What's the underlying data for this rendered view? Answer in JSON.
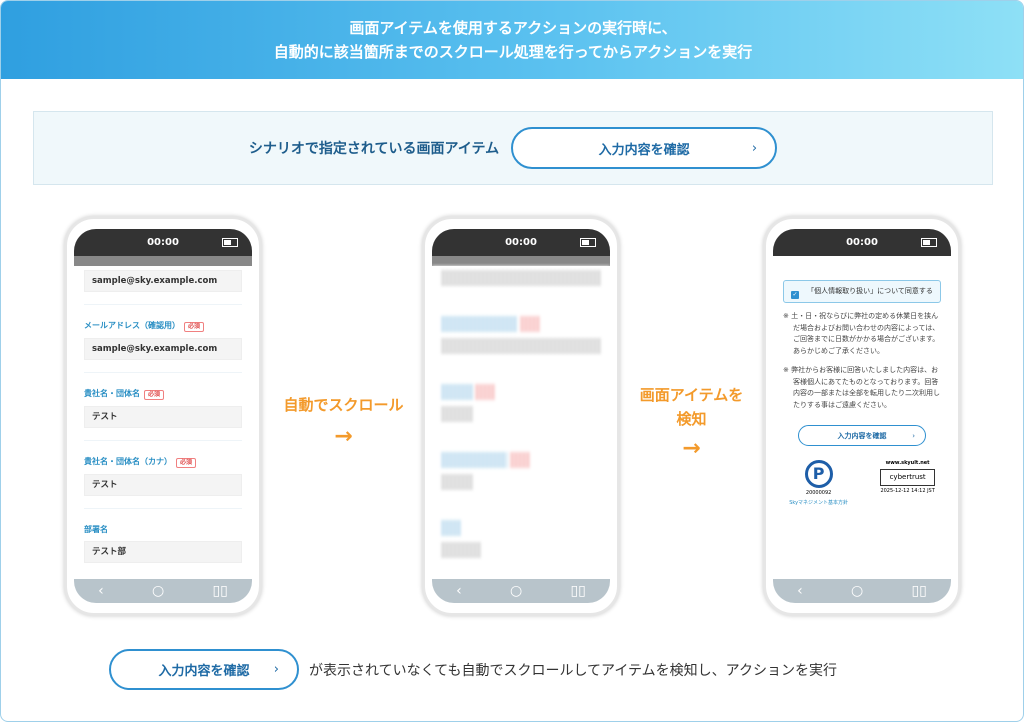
{
  "header": {
    "line1": "画面アイテムを使用するアクションの実行時に、",
    "line2": "自動的に該当箇所までのスクロール処理を行ってからアクションを実行"
  },
  "scenario": {
    "label": "シナリオで指定されている画面アイテム",
    "button": "入力内容を確認",
    "chevron": "›"
  },
  "phone": {
    "time": "00:00"
  },
  "phone1": {
    "fields": [
      {
        "label": "",
        "value": "sample@sky.example.com"
      },
      {
        "label": "メールアドレス（確認用）",
        "required": "必須",
        "value": "sample@sky.example.com"
      },
      {
        "label": "貴社名・団体名",
        "required": "必須",
        "value": "テスト"
      },
      {
        "label": "貴社名・団体名（カナ）",
        "required": "必須",
        "value": "テスト"
      },
      {
        "label": "部署名",
        "value": "テスト部"
      }
    ]
  },
  "step1": {
    "label": "自動でスクロール",
    "arrow": "→"
  },
  "step2": {
    "label1": "画面アイテムを",
    "label2": "検知",
    "arrow": "→"
  },
  "phone3": {
    "agree": "「個人情報取り扱い」について同意する",
    "note_mark": "※",
    "note1": "土・日・祝ならびに弊社の定める休業日を挟んだ場合およびお問い合わせの内容によっては、ご回答までに日数がかかる場合がございます。あらかじめご了承ください。",
    "note2": "弊社からお客様に回答いたしました内容は、お客様個人にあてたものとなっております。回答内容の一部または全部を転用したり二次利用したりする事はご遠慮ください。",
    "button": "入力内容を確認",
    "privacy_number": "20000092",
    "privacy_link": "Skyマネジメント基本方針",
    "site": "www.skyult.net",
    "trust": "cybertrust",
    "trust_date": "2025-12-12 14:12 JST"
  },
  "bottom": {
    "button": "入力内容を確認",
    "text": "が表示されていなくても自動でスクロールしてアイテムを検知し、アクションを実行"
  }
}
